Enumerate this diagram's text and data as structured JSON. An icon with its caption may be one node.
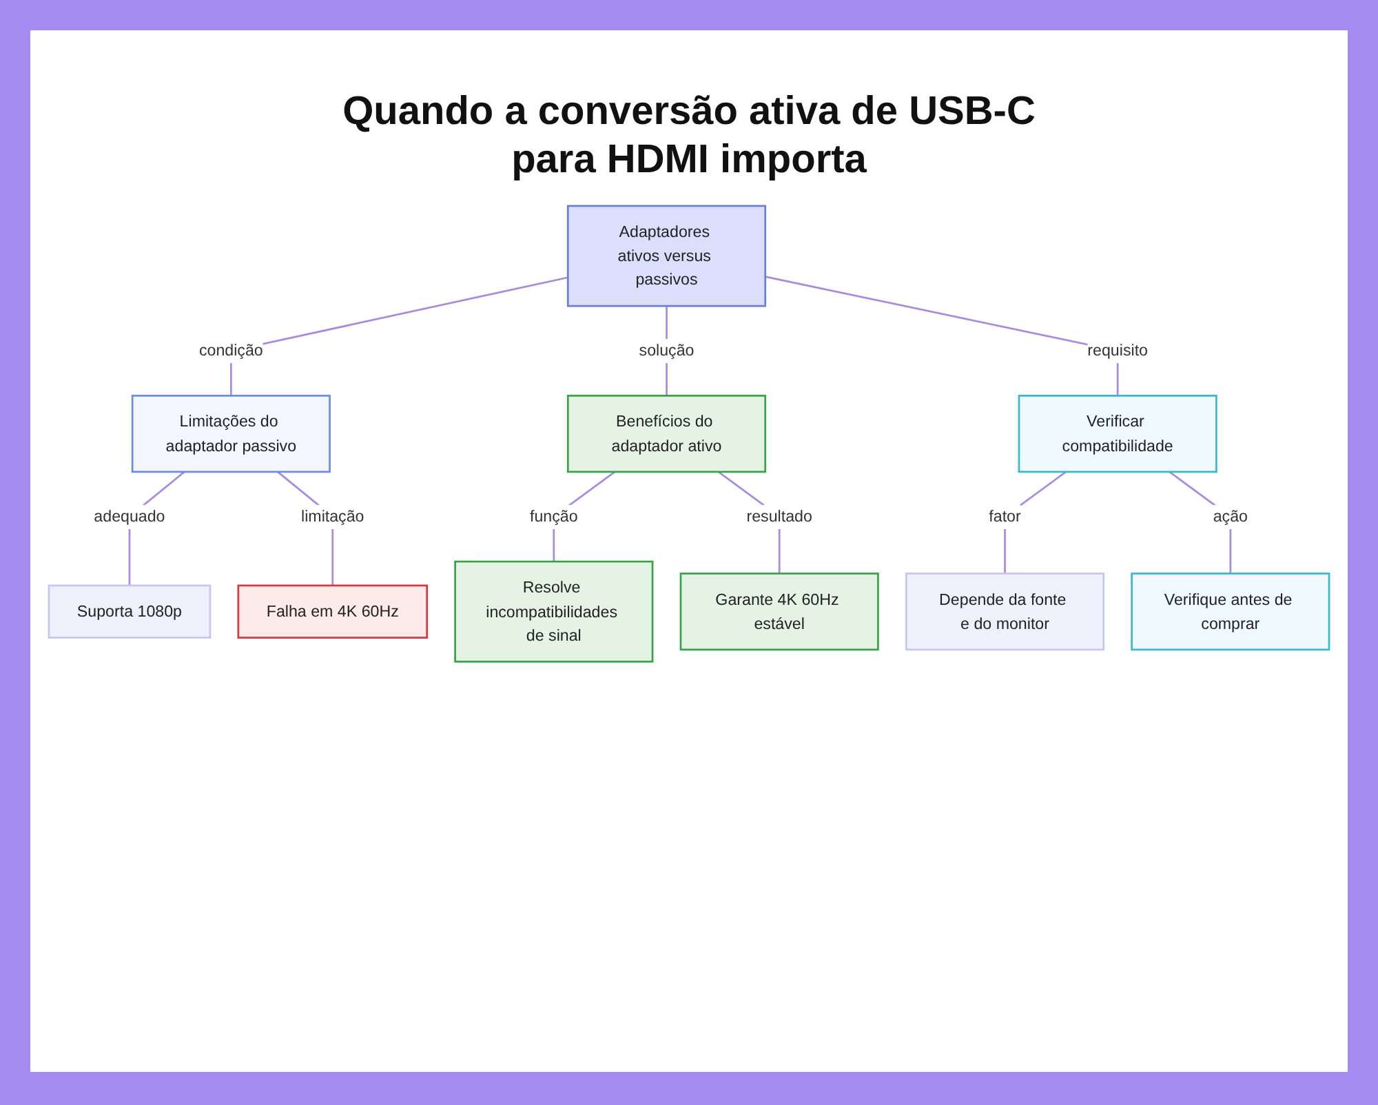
{
  "diagram": {
    "title": "Quando a conversão ativa de USB-C para HDMI importa",
    "nodes": [
      {
        "text": [
          "Adaptadores ativos versus passivos"
        ]
      },
      {
        "text": [
          "Limitações do adaptador passivo"
        ]
      },
      {
        "text": [
          "Benefícios do adaptador ativo"
        ]
      },
      {
        "text": [
          "Verificar compatibilidade"
        ]
      },
      {
        "text": [
          "Suporta 1080p"
        ]
      },
      {
        "text": [
          "Falha em 4K 60Hz"
        ]
      },
      {
        "text": [
          "Resolve incompatibilidades de sinal"
        ]
      },
      {
        "text": [
          "Garante 4K 60Hz estável"
        ]
      },
      {
        "text": [
          "Depende da fonte e do monitor"
        ]
      },
      {
        "text": [
          "Verifique antes de comprar"
        ]
      }
    ],
    "edges": [
      {
        "from": 0,
        "to": 1,
        "arrow": "none",
        "label": "condição"
      },
      {
        "from": 0,
        "to": 2,
        "arrow": "none",
        "label": "solução"
      },
      {
        "from": 0,
        "to": 3,
        "arrow": "none",
        "label": "requisito"
      },
      {
        "from": 1,
        "to": 4,
        "arrow": "none",
        "label": "adequado"
      },
      {
        "from": 1,
        "to": 5,
        "arrow": "none",
        "label": "limitação"
      },
      {
        "from": 2,
        "to": 6,
        "arrow": "none",
        "label": "função"
      },
      {
        "from": 2,
        "to": 7,
        "arrow": "none",
        "label": "resultado"
      },
      {
        "from": 3,
        "to": 8,
        "arrow": "none",
        "label": "fator"
      },
      {
        "from": 3,
        "to": 9,
        "arrow": "none",
        "label": "ação"
      }
    ]
  }
}
